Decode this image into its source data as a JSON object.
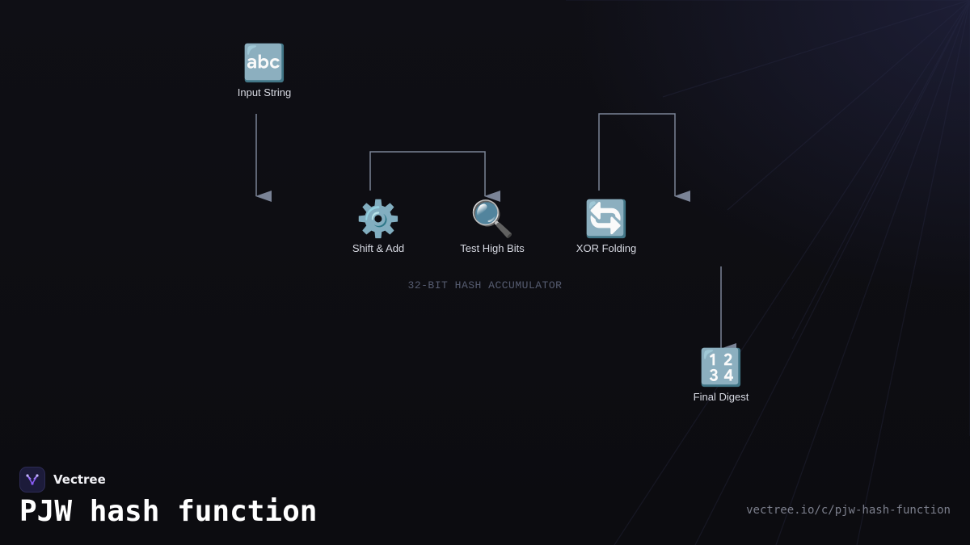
{
  "diagram": {
    "nodes": [
      {
        "id": "input",
        "icon": "🔤",
        "icon_name": "abc-letters-icon",
        "label": "Input String"
      },
      {
        "id": "shift",
        "icon": "⚙️",
        "icon_name": "gear-icon",
        "label": "Shift & Add"
      },
      {
        "id": "test",
        "icon": "🔍",
        "icon_name": "magnifier-icon",
        "label": "Test High Bits"
      },
      {
        "id": "xor",
        "icon": "🔄",
        "icon_name": "refresh-arrows-icon",
        "label": "XOR Folding"
      },
      {
        "id": "digest",
        "icon": "🔢",
        "icon_name": "number-keys-icon",
        "label": "Final Digest"
      }
    ],
    "group_label": "32-BIT HASH ACCUMULATOR",
    "edge_color": "#7a8396"
  },
  "brand": {
    "name": "Vectree",
    "logo_icon": "vectree-logo-icon",
    "accent_color": "#8b5cf6"
  },
  "footer": {
    "title": "PJW hash function",
    "url": "vectree.io/c/pjw-hash-function"
  }
}
